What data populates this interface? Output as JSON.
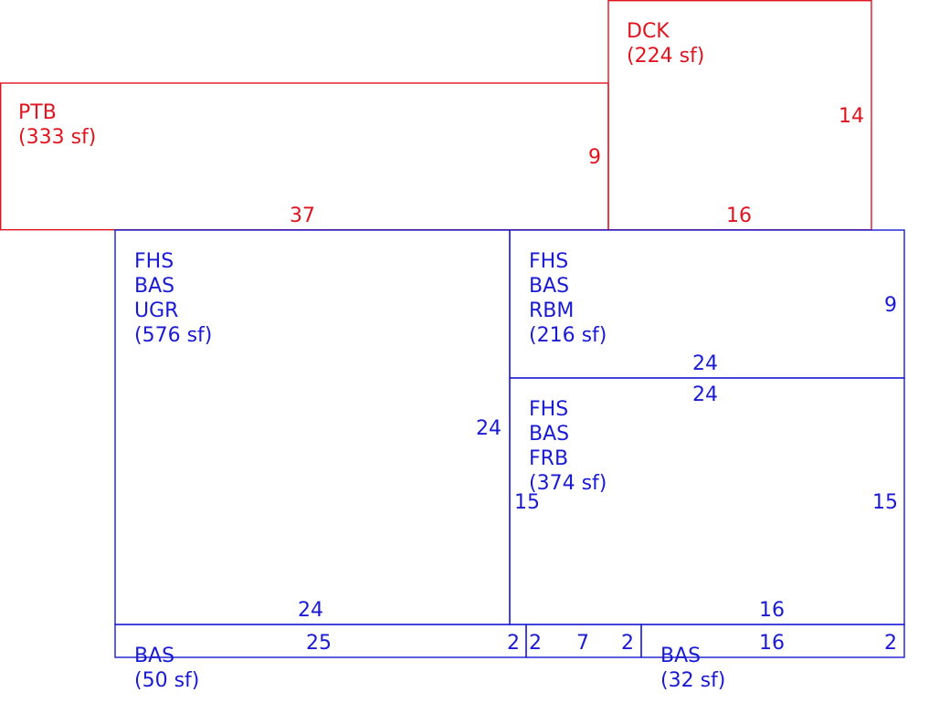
{
  "colors": {
    "exterior": "#e0141e",
    "living": "#1a1ad4"
  },
  "areas": {
    "dck": {
      "lines": [
        "DCK",
        "(224 sf)"
      ]
    },
    "ptb": {
      "lines": [
        "PTB",
        "(333 sf)"
      ]
    },
    "ugr": {
      "lines": [
        "FHS",
        "BAS",
        "UGR",
        "(576 sf)"
      ]
    },
    "rbm": {
      "lines": [
        "FHS",
        "BAS",
        "RBM",
        "(216 sf)"
      ]
    },
    "frb": {
      "lines": [
        "FHS",
        "BAS",
        "FRB",
        "(374 sf)"
      ]
    },
    "bas_left": {
      "lines": [
        "BAS",
        "(50 sf)"
      ]
    },
    "bas_right": {
      "lines": [
        "BAS",
        "(32 sf)"
      ]
    }
  },
  "dimensions": {
    "dck_side": "14",
    "dck_bottom": "16",
    "ptb_side": "9",
    "ptb_bottom": "37",
    "rbm_side": "9",
    "rbm_bottom": "24",
    "frb_top": "24",
    "ugr_side": "24",
    "frb_left": "15",
    "frb_right": "15",
    "ugr_bottom": "24",
    "frb_bottom": "16",
    "bas_left_len": "25",
    "bas_left_end": "2",
    "gap_a": "2",
    "gap_b": "7",
    "gap_c": "2",
    "bas_right_len": "16",
    "bas_right_end": "2"
  }
}
